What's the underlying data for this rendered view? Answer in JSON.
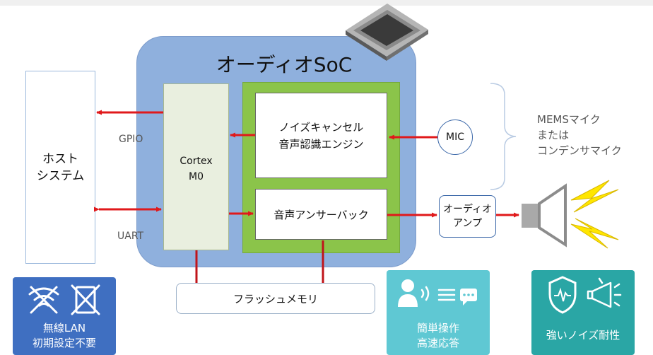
{
  "soc": {
    "title": "オーディオSoC"
  },
  "host": {
    "label_line1": "ホスト",
    "label_line2": "システム"
  },
  "cortex": {
    "line1": "Cortex",
    "line2": "M0"
  },
  "blocks": {
    "noise_cancel_line1": "ノイズキャンセル",
    "noise_cancel_line2": "音声認識エンジン",
    "answerback": "音声アンサーバック",
    "flash": "フラッシュメモリ"
  },
  "mic": {
    "label": "MIC"
  },
  "amp": {
    "line1": "オーディオ",
    "line2": "アンプ"
  },
  "interfaces": {
    "gpio": "GPIO",
    "uart": "UART"
  },
  "mems_note": {
    "line1": "MEMSマイク",
    "line2": "または",
    "line3": "コンデンサマイク"
  },
  "badges": [
    {
      "line1": "無線LAN",
      "line2": "初期設定不要",
      "color": "#3f6fc1"
    },
    {
      "line1": "簡単操作",
      "line2": "高速応答",
      "color": "#5fc8d3"
    },
    {
      "line1": "強いノイズ耐性",
      "line2": "",
      "color": "#2aa6a5"
    }
  ],
  "colors": {
    "arrow": "#e0191b",
    "soc_fill": "#8fb0dd",
    "engine_fill": "#8bc44a",
    "cpu_fill": "#e9efdf",
    "bolt": "#ffe600"
  }
}
